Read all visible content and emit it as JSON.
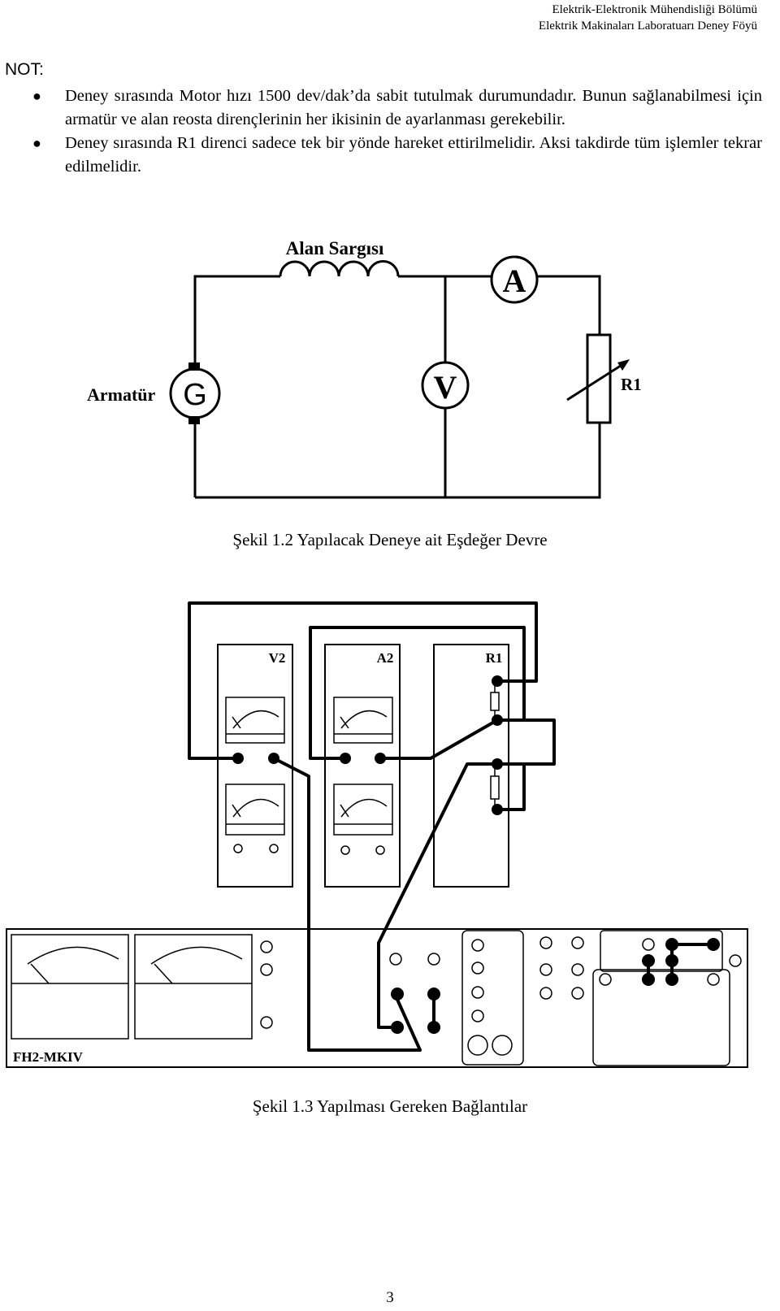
{
  "header": {
    "line1": "Elektrik-Elektronik Mühendisliği Bölümü",
    "line2": "Elektrik Makinaları Laboratuarı Deney Föyü"
  },
  "note": {
    "title": "NOT:",
    "bullets": [
      "Deney sırasında Motor hızı 1500 dev/dak’da sabit tutulmak durumundadır. Bunun sağlanabilmesi için armatür ve alan reosta dirençlerinin her ikisinin de ayarlanması gerekebilir.",
      "Deney sırasında R1 direnci sadece tek bir yönde hareket ettirilmelidir. Aksi takdirde tüm işlemler tekrar edilmelidir."
    ]
  },
  "figure1": {
    "field_label": "Alan Sargısı",
    "armature_label": "Armatür",
    "generator_symbol": "G",
    "voltmeter_symbol": "V",
    "ammeter_symbol": "A",
    "resistor_label": "R1",
    "caption": "Şekil 1.2 Yapılacak Deneye ait Eşdeğer Devre"
  },
  "figure2": {
    "module_v2": "V2",
    "module_a2": "A2",
    "module_r1": "R1",
    "panel_label": "FH2-MKIV",
    "caption": "Şekil 1.3 Yapılması Gereken Bağlantılar"
  },
  "page_number": "3"
}
